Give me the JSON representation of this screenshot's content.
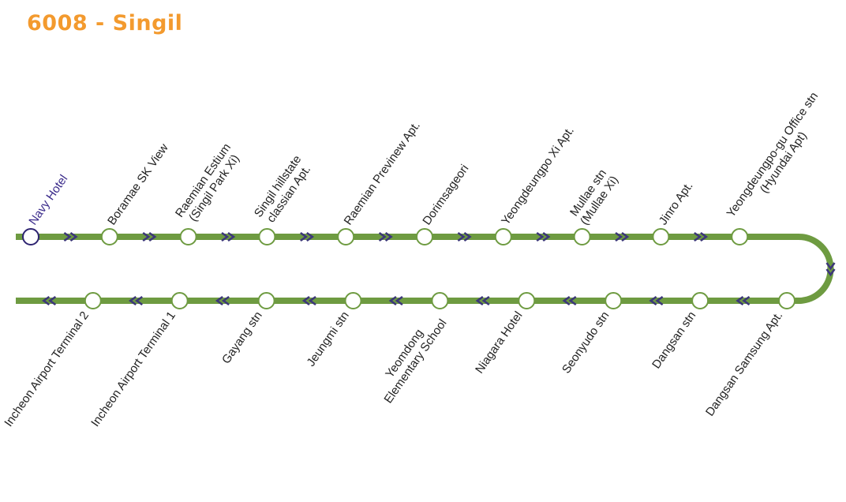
{
  "route": {
    "title": "6008 - Singil"
  },
  "colors": {
    "title": "#F39A2E",
    "line": "#6E9B41",
    "stop_fill": "#FFFFFF",
    "origin_stroke": "#2E2471",
    "arrow": "#3C3779",
    "label": "#222222",
    "origin_label": "#3A2A8A"
  },
  "outbound": [
    {
      "lines": [
        "Navy Hotel"
      ],
      "origin": true
    },
    {
      "lines": [
        "Boramae SK View"
      ]
    },
    {
      "lines": [
        "Raemian Estium",
        "(Singil Park Xi)"
      ]
    },
    {
      "lines": [
        "Singil hillstate",
        "classian Apt."
      ]
    },
    {
      "lines": [
        "Raemian Previnew Apt."
      ]
    },
    {
      "lines": [
        "Dorimsageori"
      ]
    },
    {
      "lines": [
        "Yeongdeungpo Xi Apt."
      ]
    },
    {
      "lines": [
        "Mullae stn",
        "(Mullae Xi)"
      ]
    },
    {
      "lines": [
        "Jinro Apt."
      ]
    },
    {
      "lines": [
        "Yeongdeungpo-gu Office stn",
        "(Hyundai Apt)"
      ]
    }
  ],
  "inbound": [
    {
      "lines": [
        "Dangsan Samsung Apt."
      ]
    },
    {
      "lines": [
        "Dangsan stn"
      ]
    },
    {
      "lines": [
        "Seonyudo stn"
      ]
    },
    {
      "lines": [
        "Niagara Hotel"
      ]
    },
    {
      "lines": [
        "Yeomdong",
        "Elementary School"
      ]
    },
    {
      "lines": [
        "Jeungmi stn"
      ]
    },
    {
      "lines": [
        "Gayang stn"
      ]
    },
    {
      "lines": [
        "Incheon Airport Terminal 1"
      ]
    },
    {
      "lines": [
        "Incheon Airport Terminal 2"
      ]
    }
  ]
}
